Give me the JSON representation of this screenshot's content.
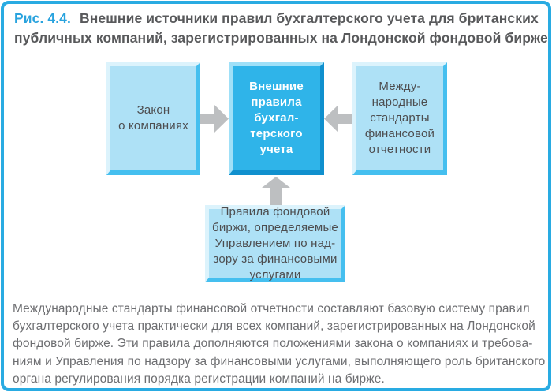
{
  "title": {
    "fig_label": "Рис. 4.4.",
    "line1": "Внешние источники правил бухгалтерского учета для британских",
    "line2": "публичных компаний, зарегистрированных на Лондонской фондовой бирже"
  },
  "diagram": {
    "left_box": {
      "lines": [
        "Закон",
        "о компаниях"
      ]
    },
    "center_box": {
      "lines": [
        "Внешние",
        "правила",
        "бухгал-",
        "терского",
        "учета"
      ]
    },
    "right_box": {
      "lines": [
        "Между-",
        "народные",
        "стандарты",
        "финансовой",
        "отчетности"
      ]
    },
    "bottom_box": {
      "lines": [
        "Правила фондовой",
        "биржи, определяемые",
        "Управлением по над-",
        "зору за финансовыми",
        "услугами"
      ]
    },
    "arrows": [
      {
        "name": "arrow-right-icon",
        "from": "left_box",
        "to": "center_box",
        "direction": "right"
      },
      {
        "name": "arrow-left-icon",
        "from": "right_box",
        "to": "center_box",
        "direction": "left"
      },
      {
        "name": "arrow-up-icon",
        "from": "bottom_box",
        "to": "center_box",
        "direction": "up"
      }
    ]
  },
  "footer": {
    "lines": [
      "Международные стандарты финансовой отчетности составляют базовую систему правил",
      "бухгалтерского учета практически для всех компаний, зарегистрированных на Лондонской",
      "фондовой бирже. Эти правила дополняются положениями закона о компаниях и требова-",
      "ниям и Управления по надзору за финансовыми услугами, выполняющего роль британского",
      "органа регулирования порядка регистрации компаний на бирже."
    ]
  },
  "colors": {
    "frame_border": "#29ABE2",
    "accent_blue": "#29A3DE",
    "light_box_fill": "#AEE1F6",
    "light_box_highlight": "#DCF3FC",
    "light_box_shadow": "#45BFEF",
    "center_box_fill": "#2FB4E9",
    "center_box_highlight": "#9FE0F8",
    "center_box_shadow": "#1090CE",
    "arrow_gray": "#BDBFC1",
    "title_gray": "#58595B",
    "body_gray": "#6D6E71"
  }
}
